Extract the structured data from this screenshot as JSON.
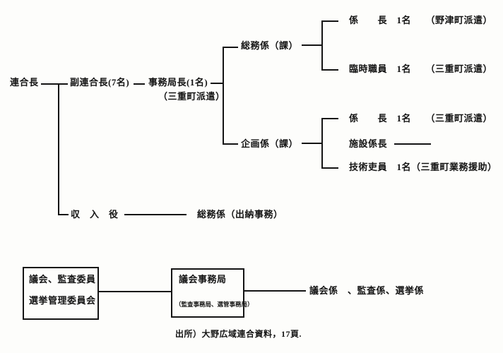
{
  "colors": {
    "ink": "#141414",
    "background": "#fdfdfb"
  },
  "top_chart": {
    "union_chief": "連合長",
    "deputy_chief": "副連合長(7名)",
    "secretariat_chief": "事務局長(1名)",
    "secretariat_chief_note": "（三重町派遣）",
    "general_affairs": "総務係（課）",
    "general_affairs_rows": [
      "係　　長　1名　　（野津町派遣）",
      "臨時職員　1名　　（三重町派遣）"
    ],
    "planning": "企画係（課）",
    "planning_rows": [
      "係　　長　1名　　（三重町派遣）",
      "施設係長",
      "技術吏員　1名（三重町業務援助）"
    ],
    "treasurer": "収　入　役",
    "treasurer_dest": "総務係（出納事務）"
  },
  "bottom_chart": {
    "committees_box": [
      "議会、監査委員",
      "選挙管理委員会"
    ],
    "secretariat_box_title": "議会事務局",
    "secretariat_box_sub": "（監査事務局、選管事務局）",
    "sections": "議会係　、監査係、選挙係"
  },
  "caption": "出所）大野広域連合資料，17頁."
}
